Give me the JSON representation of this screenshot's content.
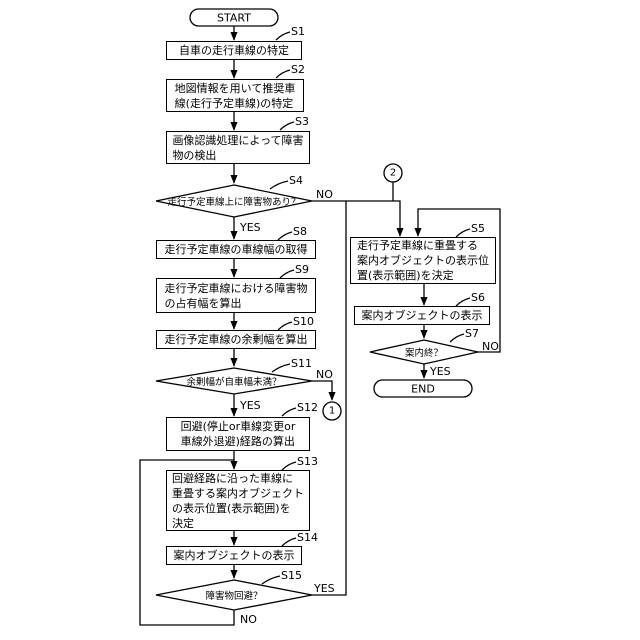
{
  "flowchart": {
    "start": "START",
    "end": "END",
    "steps": {
      "s1": {
        "id": "S1",
        "text": "自車の走行車線の特定"
      },
      "s2": {
        "id": "S2",
        "text": "地図情報を用いて推奨車\n線(走行予定車線)の特定"
      },
      "s3": {
        "id": "S3",
        "text": "画像認識処理によって障害\n物の検出"
      },
      "s4": {
        "id": "S4",
        "text": "走行予定車線上に障害物あり？"
      },
      "s5": {
        "id": "S5",
        "text": "走行予定車線に重畳する\n案内オブジェクトの表示位\n置(表示範囲)を決定"
      },
      "s6": {
        "id": "S6",
        "text": "案内オブジェクトの表示"
      },
      "s7": {
        "id": "S7",
        "text": "案内終？"
      },
      "s8": {
        "id": "S8",
        "text": "走行予定車線の車線幅の取得"
      },
      "s9": {
        "id": "S9",
        "text": "走行予定車線における障害物\nの占有幅を算出"
      },
      "s10": {
        "id": "S10",
        "text": "走行予定車線の余剰幅を算出"
      },
      "s11": {
        "id": "S11",
        "text": "余剰幅が自車幅未満？"
      },
      "s12": {
        "id": "S12",
        "text": "回避(停止or車線変更or\n車線外退避)経路の算出"
      },
      "s13": {
        "id": "S13",
        "text": "回避経路に沿った車線に\n重畳する案内オブジェクト\nの表示位置(表示範囲)を\n決定"
      },
      "s14": {
        "id": "S14",
        "text": "案内オブジェクトの表示"
      },
      "s15": {
        "id": "S15",
        "text": "障害物回避？"
      }
    },
    "labels": {
      "yes": "YES",
      "no": "NO"
    },
    "connectors": {
      "c1": "1",
      "c2": "2"
    }
  }
}
